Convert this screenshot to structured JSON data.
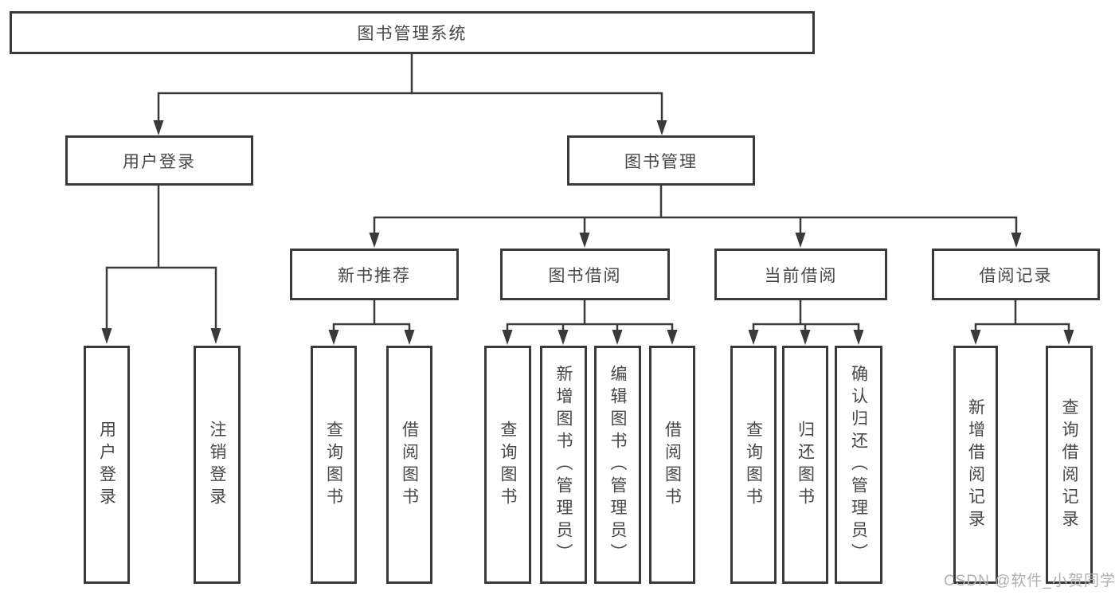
{
  "diagram": {
    "root": {
      "label": "图书管理系统"
    },
    "level2": [
      {
        "label": "用户登录"
      },
      {
        "label": "图书管理"
      }
    ],
    "level3": [
      {
        "label": "新书推荐"
      },
      {
        "label": "图书借阅"
      },
      {
        "label": "当前借阅"
      },
      {
        "label": "借阅记录"
      }
    ],
    "leaves": [
      {
        "label": "用户登录"
      },
      {
        "label": "注销登录"
      },
      {
        "label": "查询图书"
      },
      {
        "label": "借阅图书"
      },
      {
        "label": "查询图书"
      },
      {
        "label": "新增图书（管理员）"
      },
      {
        "label": "编辑图书（管理员）"
      },
      {
        "label": "借阅图书"
      },
      {
        "label": "查询图书"
      },
      {
        "label": "归还图书"
      },
      {
        "label": "确认归还（管理员）"
      },
      {
        "label": "新增借阅记录"
      },
      {
        "label": "查询借阅记录"
      }
    ],
    "watermark": "CSDN @软件_小贺同学",
    "colors": {
      "line": "#3a3a3a",
      "box_border": "#3a3a3a",
      "text": "#474747",
      "watermark": "#b0b0b0",
      "background": "#ffffff"
    }
  }
}
